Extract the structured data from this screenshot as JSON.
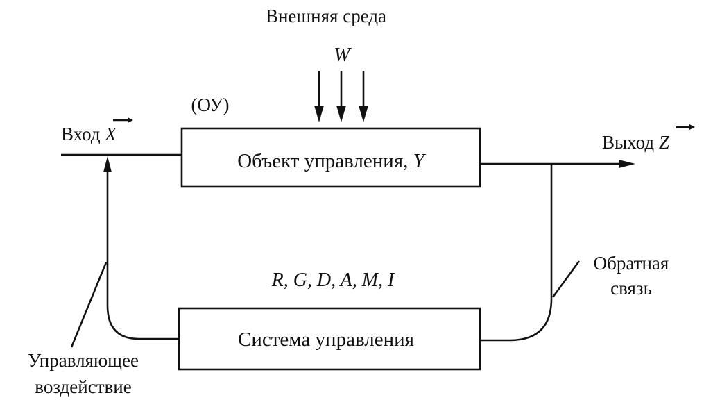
{
  "environment": {
    "label": "Внешняя среда",
    "disturbance": "W"
  },
  "control_object": {
    "abbr": "(ОУ)",
    "name": "Объект управления, ",
    "state_symbol": "Y"
  },
  "input": {
    "label": "Вход ",
    "symbol": "X"
  },
  "output": {
    "label": "Выход ",
    "symbol": "Z"
  },
  "control_system": {
    "name": "Система управления",
    "parameters": "R, G, D, A, M, I"
  },
  "feedback": {
    "line1": "Обратная",
    "line2": "связь"
  },
  "control_action": {
    "line1": "Управляющее",
    "line2": "воздействие"
  }
}
